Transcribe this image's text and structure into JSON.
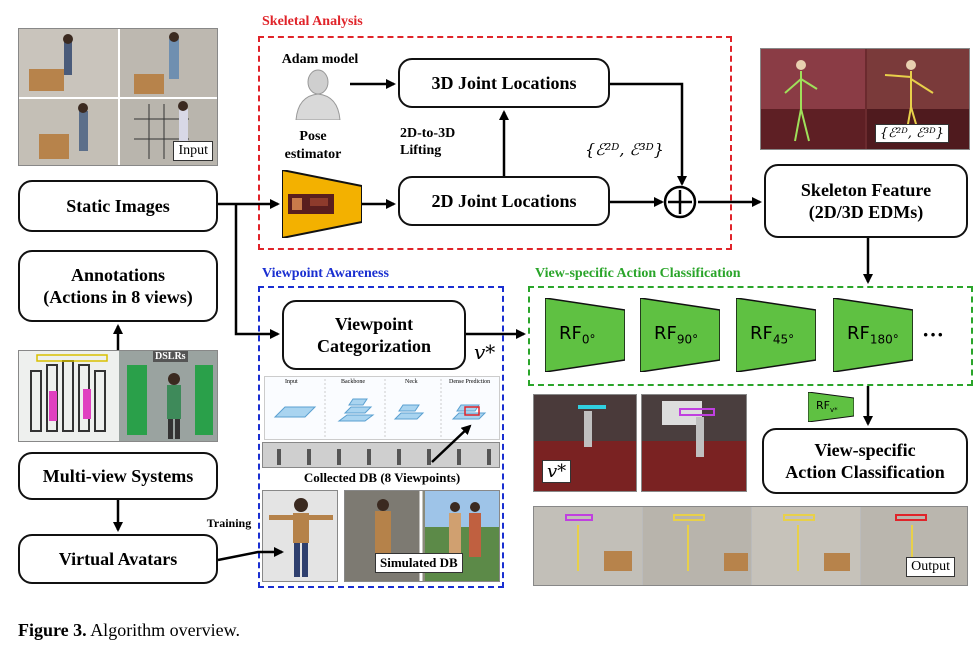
{
  "sections": {
    "skeletal": {
      "title": "Skeletal Analysis",
      "color": "#e0242a"
    },
    "viewpoint": {
      "title": "Viewpoint Awareness",
      "color": "#1a2fd1"
    },
    "action": {
      "title": "View-specific Action Classification",
      "color": "#2aa52a"
    }
  },
  "boxes": {
    "static_images": "Static Images",
    "annotations_line1": "Annotations",
    "annotations_line2": "(Actions in 8 views)",
    "multiview": "Multi-view Systems",
    "avatars": "Virtual Avatars",
    "joints3d": "3D Joint Locations",
    "joints2d": "2D Joint Locations",
    "skeleton_line1": "Skeleton Feature",
    "skeleton_line2": "(2D/3D EDMs)",
    "vp_line1": "Viewpoint",
    "vp_line2": "Categorization",
    "vsac_line1": "View-specific",
    "vsac_line2": "Action Classification"
  },
  "labels": {
    "adam": "Adam model",
    "pose_line1": "Pose",
    "pose_line2": "estimator",
    "lifting_line1": "2D-to-3D",
    "lifting_line2": "Lifting",
    "edm_set": "{ℰ²ᴰ, ℰ³ᴰ}",
    "v_star": "v*",
    "input": "Input",
    "output": "Output",
    "collected_db": "Collected DB (8 Viewpoints)",
    "simulated_db": "Simulated DB",
    "training": "Training",
    "dslrs": "DSLRs",
    "ellipsis": "···",
    "net_input": "Input",
    "net_backbone": "Backbone",
    "net_neck": "Neck",
    "net_dense": "Dense Prediction"
  },
  "rf_filters": [
    {
      "base": "RF",
      "sub": "0°"
    },
    {
      "base": "RF",
      "sub": "90°"
    },
    {
      "base": "RF",
      "sub": "45°"
    },
    {
      "base": "RF",
      "sub": "180°"
    }
  ],
  "rf_small": {
    "base": "RF",
    "sub": "v*"
  },
  "colors": {
    "rf_green": "#5fc142",
    "pose_orange": "#f3b100",
    "room_red": "#6e1f20"
  },
  "caption": {
    "label": "Figure 3.",
    "text": "Algorithm overview."
  }
}
